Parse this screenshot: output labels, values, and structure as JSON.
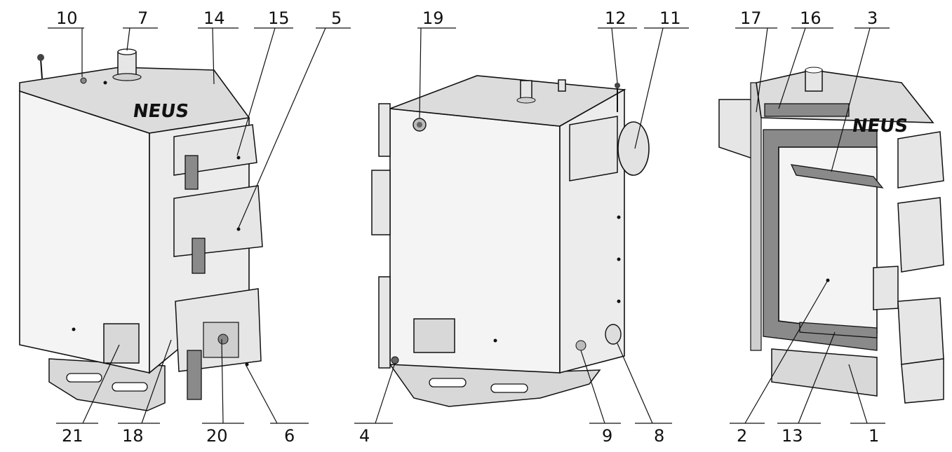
{
  "brand_logo": "NEUS",
  "callouts": {
    "view_front": {
      "top": [
        "10",
        "7",
        "14",
        "15",
        "5"
      ],
      "bottom": [
        "21",
        "18",
        "20",
        "6"
      ]
    },
    "view_back": {
      "top": [
        "19",
        "12",
        "11"
      ],
      "bottom": [
        "4",
        "9",
        "8"
      ]
    },
    "view_section": {
      "top": [
        "17",
        "16",
        "3"
      ],
      "bottom": [
        "2",
        "13",
        "1"
      ]
    }
  }
}
